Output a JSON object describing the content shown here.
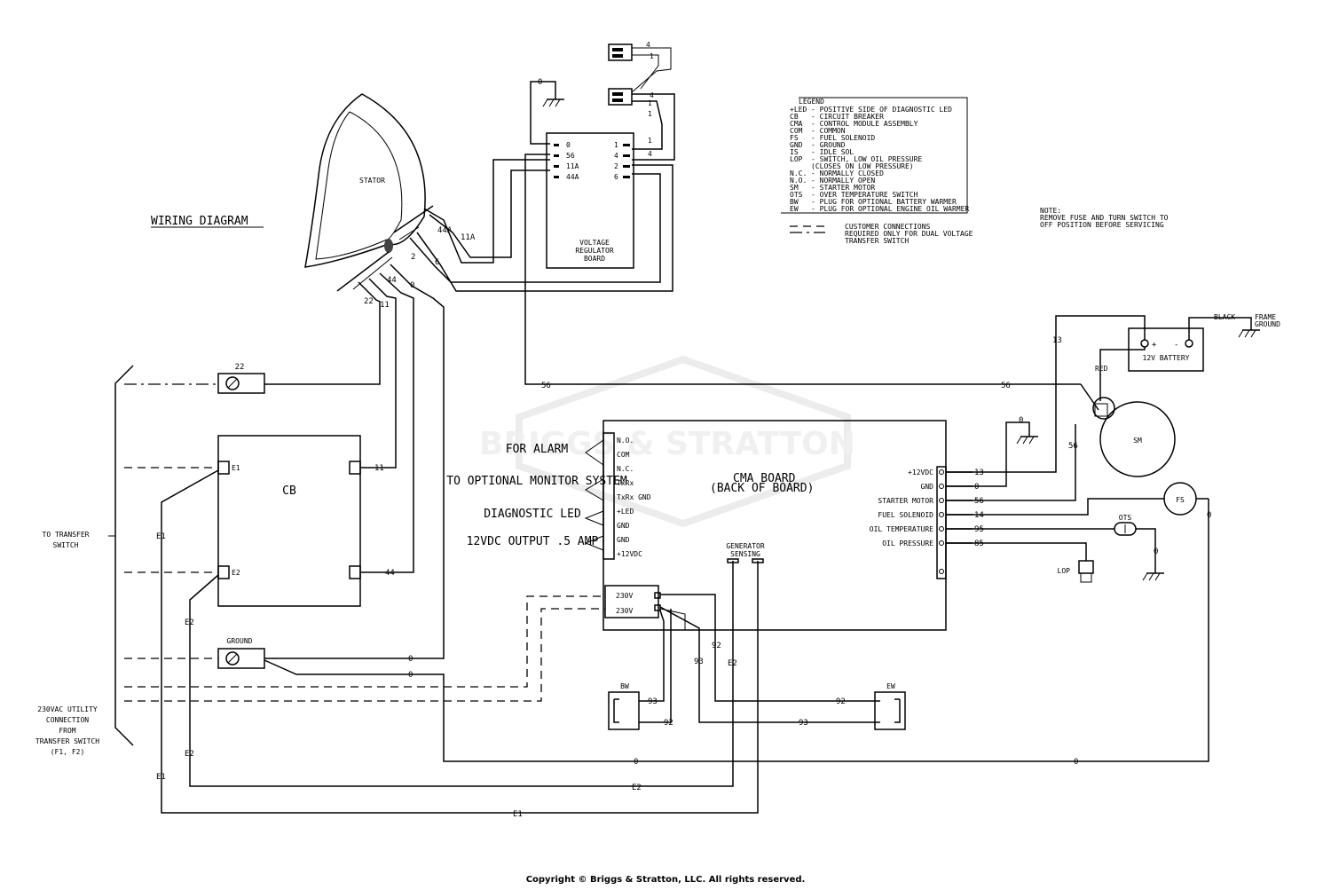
{
  "title": "WIRING DIAGRAM",
  "copyright": "Copyright © Briggs & Stratton, LLC. All rights reserved.",
  "watermark": "BRIGGS & STRATTON",
  "components": {
    "stator": "STATOR",
    "regulator": [
      "VOLTAGE",
      "REGULATOR",
      "BOARD"
    ],
    "cb": "CB",
    "cma": [
      "CMA BOARD",
      "(BACK OF BOARD)"
    ],
    "battery": "12V BATTERY",
    "battery_plus": "+",
    "battery_minus": "-",
    "sm": "SM",
    "fs": "FS",
    "ots": "OTS",
    "lop": "LOP",
    "bw": "BW",
    "ew": "EW",
    "ground": "GROUND",
    "generator_sensing": [
      "GENERATOR",
      "SENSING"
    ],
    "frame_ground": [
      "FRAME",
      "GROUND"
    ],
    "black": "BLACK",
    "red": "RED"
  },
  "regulator_terminals_left": [
    "0",
    "56",
    "11A",
    "44A"
  ],
  "regulator_terminals_right": [
    "1",
    "4",
    "2",
    "6"
  ],
  "plug_pins": [
    "4",
    "1",
    "4",
    "1",
    "1"
  ],
  "cma_left_terminals": [
    "N.O.",
    "COM",
    "N.C.",
    "TxRx",
    "TxRx GND",
    "+LED",
    "GND",
    "GND",
    "+12VDC"
  ],
  "cma_right_terminals": [
    "+12VDC",
    "GND",
    "STARTER MOTOR",
    "FUEL SOLENOID",
    "OIL TEMPERATURE",
    "OIL PRESSURE"
  ],
  "cma_right_wires": [
    "13",
    "0",
    "56",
    "14",
    "95",
    "85"
  ],
  "cma_230": [
    "230V",
    "230V"
  ],
  "cb_terminals": [
    "E1",
    "E2"
  ],
  "side_groups": [
    "FOR ALARM",
    "TO OPTIONAL MONITOR SYSTEM",
    "DIAGNOSTIC LED",
    "12VDC OUTPUT .5 AMP"
  ],
  "left_labels": {
    "transfer": [
      "TO TRANSFER",
      "SWITCH"
    ],
    "utility": [
      "230VAC UTILITY",
      "CONNECTION",
      "FROM",
      "TRANSFER SWITCH",
      "(F1, F2)"
    ]
  },
  "wire_labels": {
    "stator_fan_right": [
      "44A",
      "11A",
      "2",
      "6"
    ],
    "stator_fan_bottom": [
      "22",
      "11",
      "44",
      "0"
    ],
    "w22": "22",
    "w11": "11",
    "w44": "44",
    "w56": "56",
    "w0": "0",
    "w13": "13",
    "w92": "92",
    "w93": "93",
    "e1": "E1",
    "e2": "E2"
  },
  "legend": {
    "title": "LEGEND",
    "items": [
      [
        "+LED",
        "- POSITIVE SIDE OF DIAGNOSTIC LED"
      ],
      [
        "CB",
        "- CIRCUIT BREAKER"
      ],
      [
        "CMA",
        "- CONTROL MODULE ASSEMBLY"
      ],
      [
        "COM",
        "- COMMON"
      ],
      [
        "FS",
        "- FUEL SOLENOID"
      ],
      [
        "GND",
        "- GROUND"
      ],
      [
        "IS",
        "- IDLE SOL"
      ],
      [
        "LOP",
        "- SWITCH, LOW OIL PRESSURE"
      ],
      [
        "",
        "(CLOSES ON LOW PRESSURE)"
      ],
      [
        "N.C.",
        "- NORMALLY CLOSED"
      ],
      [
        "N.O.",
        "- NORMALLY OPEN"
      ],
      [
        "SM",
        "- STARTER MOTOR"
      ],
      [
        "OTS",
        "- OVER TEMPERATURE SWITCH"
      ],
      [
        "BW",
        "- PLUG FOR OPTIONAL BATTERY WARMER"
      ],
      [
        "EW",
        "- PLUG FOR OPTIONAL ENGINE OIL WARMER"
      ]
    ],
    "customer": [
      "CUSTOMER CONNECTIONS",
      "REQUIRED ONLY FOR DUAL VOLTAGE",
      "TRANSFER SWITCH"
    ]
  },
  "note": [
    "NOTE:",
    "REMOVE FUSE AND TURN SWITCH TO",
    "OFF POSITION BEFORE SERVICING"
  ]
}
